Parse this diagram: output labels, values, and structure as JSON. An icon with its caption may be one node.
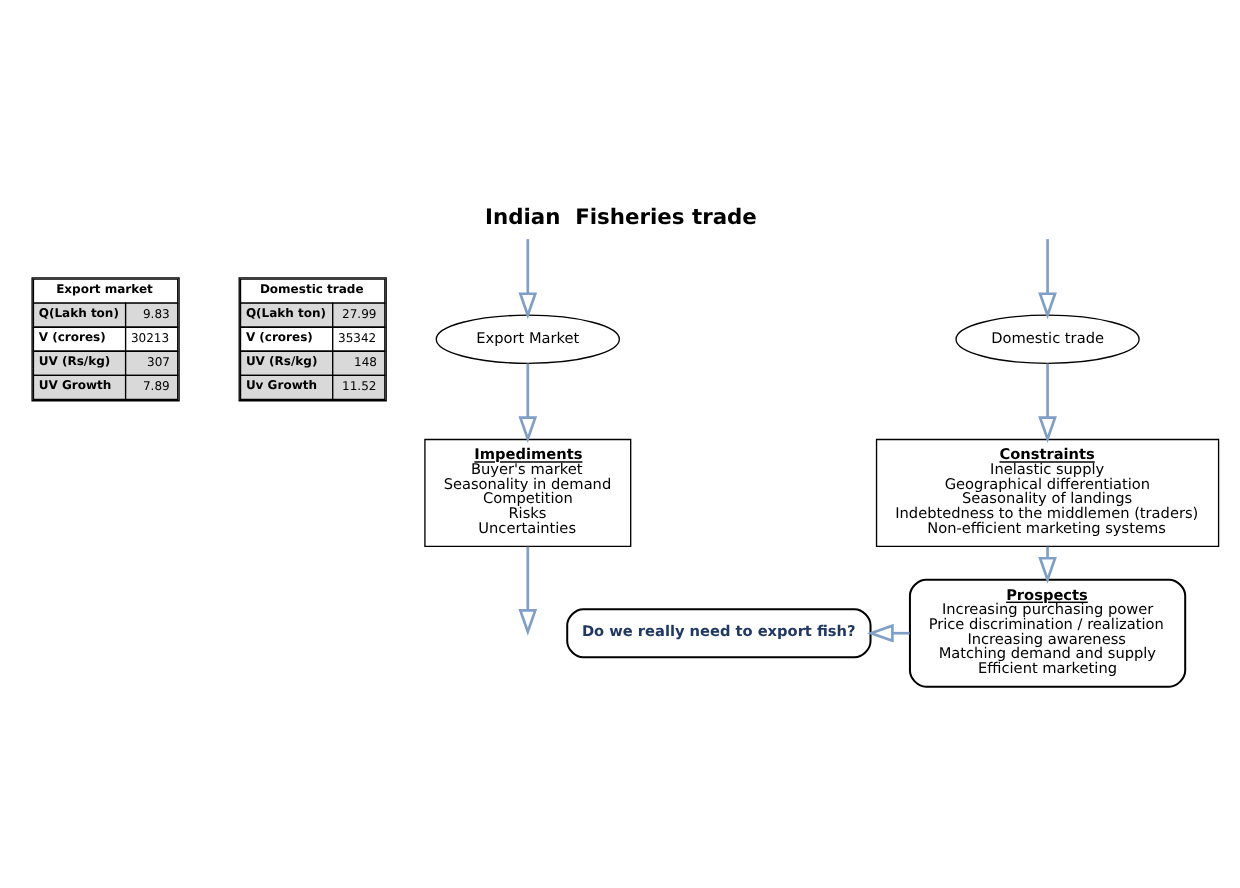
{
  "diagram": {
    "title": "Indian  Fisheries trade",
    "nodes": [
      {
        "text": [
          "Export market",
          "Q(Lakh ton)",
          "9.83",
          "V (crores)",
          "30213",
          "UV (Rs/kg)",
          "307",
          "UV Growth",
          "7.89"
        ]
      },
      {
        "text": [
          "Domestic trade",
          "Q(Lakh ton)",
          "27.99",
          "V (crores)",
          "35342",
          "UV (Rs/kg)",
          "148",
          "Uv Growth",
          "11.52"
        ]
      },
      {
        "text": [
          "Export Market"
        ]
      },
      {
        "text": [
          "Domestic trade"
        ]
      },
      {
        "text": [
          "Impediments",
          "Buyer's market",
          "Seasonality in demand",
          "Competition",
          "Risks",
          "Uncertainties"
        ]
      },
      {
        "text": [
          "Constraints",
          "Inelastic supply",
          "Geographical differentiation",
          "Seasonality of landings",
          "Indebtedness to the middlemen (traders)",
          "Non-efficient marketing systems"
        ]
      },
      {
        "text": [
          "Prospects",
          "Increasing purchasing power",
          "Price discrimination / realization",
          "Increasing awareness",
          "Matching demand and supply",
          "Efficient marketing"
        ]
      },
      {
        "text": [
          "Do we really need to export fish?"
        ]
      }
    ],
    "edges": [
      {
        "from": null,
        "to": 2,
        "arrow": "to"
      },
      {
        "from": null,
        "to": 3,
        "arrow": "to"
      },
      {
        "from": 2,
        "to": 4,
        "arrow": "to"
      },
      {
        "from": 3,
        "to": 5,
        "arrow": "to"
      },
      {
        "from": 4,
        "to": null,
        "arrow": "to"
      },
      {
        "from": 5,
        "to": 6,
        "arrow": "to"
      },
      {
        "from": 6,
        "to": 7,
        "arrow": "to"
      }
    ]
  }
}
